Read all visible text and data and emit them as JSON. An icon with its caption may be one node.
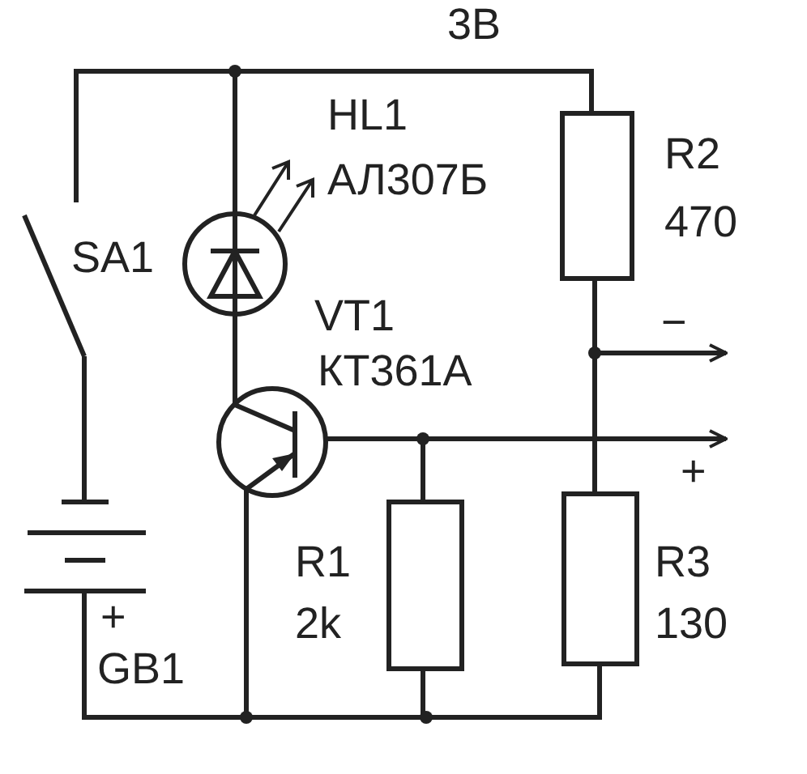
{
  "diagram": {
    "labels": [
      "3В",
      "HL1",
      "АЛ307Б",
      "SA1",
      "R2",
      "470",
      "VT1",
      "КТ361А",
      "−",
      "+",
      "R1",
      "2k",
      "R3",
      "130",
      "+",
      "GB1"
    ]
  }
}
